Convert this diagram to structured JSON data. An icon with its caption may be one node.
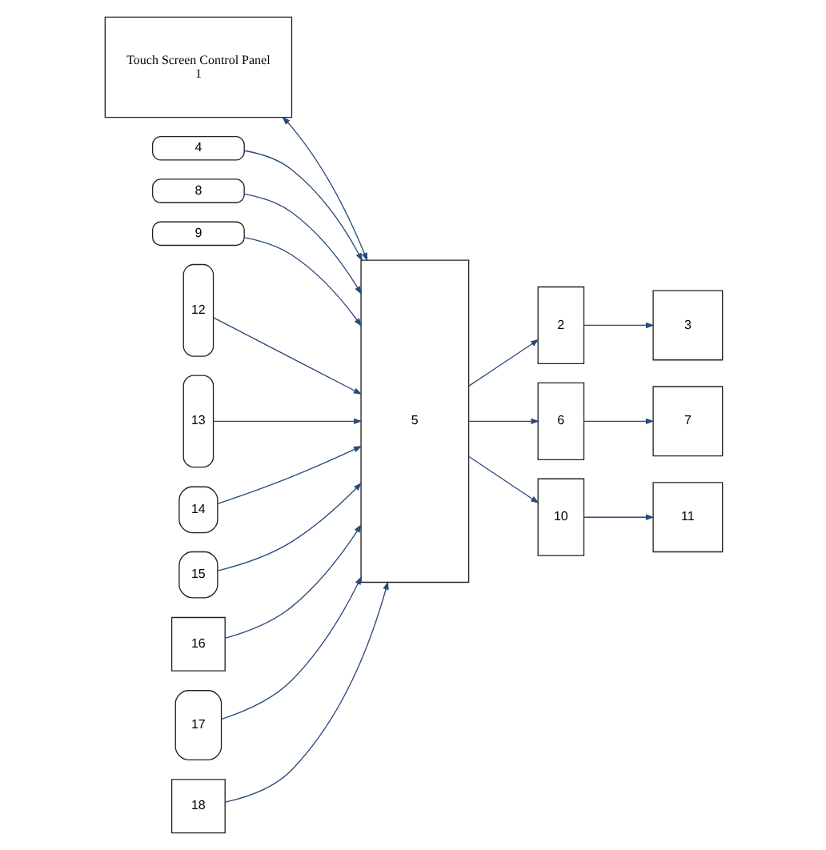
{
  "diagram": {
    "nodes": [
      {
        "text": [
          "Touch Screen Control Panel",
          "1"
        ]
      },
      {
        "text": [
          "2"
        ]
      },
      {
        "text": [
          "3"
        ]
      },
      {
        "text": [
          "4"
        ]
      },
      {
        "text": [
          "5"
        ]
      },
      {
        "text": [
          "6"
        ]
      },
      {
        "text": [
          "7"
        ]
      },
      {
        "text": [
          "8"
        ]
      },
      {
        "text": [
          "9"
        ]
      },
      {
        "text": [
          "10"
        ]
      },
      {
        "text": [
          "11"
        ]
      },
      {
        "text": [
          "12"
        ]
      },
      {
        "text": [
          "13"
        ]
      },
      {
        "text": [
          "14"
        ]
      },
      {
        "text": [
          "15"
        ]
      },
      {
        "text": [
          "16"
        ]
      },
      {
        "text": [
          "17"
        ]
      },
      {
        "text": [
          "18"
        ]
      }
    ],
    "edges": [
      {
        "from": 0,
        "to": 4,
        "arrow": "both"
      },
      {
        "from": 4,
        "to": 1,
        "arrow": "to"
      },
      {
        "from": 1,
        "to": 2,
        "arrow": "to"
      },
      {
        "from": 4,
        "to": 5,
        "arrow": "to"
      },
      {
        "from": 5,
        "to": 6,
        "arrow": "to"
      },
      {
        "from": 4,
        "to": 9,
        "arrow": "to"
      },
      {
        "from": 9,
        "to": 10,
        "arrow": "to"
      },
      {
        "from": 3,
        "to": 4,
        "arrow": "to"
      },
      {
        "from": 7,
        "to": 4,
        "arrow": "to"
      },
      {
        "from": 8,
        "to": 4,
        "arrow": "to"
      },
      {
        "from": 11,
        "to": 4,
        "arrow": "to"
      },
      {
        "from": 12,
        "to": 4,
        "arrow": "to"
      },
      {
        "from": 13,
        "to": 4,
        "arrow": "to"
      },
      {
        "from": 14,
        "to": 4,
        "arrow": "to"
      },
      {
        "from": 15,
        "to": 4,
        "arrow": "to"
      },
      {
        "from": 16,
        "to": 4,
        "arrow": "to"
      },
      {
        "from": 17,
        "to": 4,
        "arrow": "to"
      }
    ]
  }
}
